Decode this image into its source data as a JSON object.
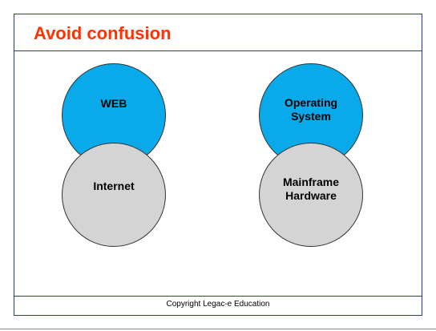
{
  "slide": {
    "title": "Avoid confusion",
    "footer": "Copyright Legac-e Education"
  },
  "diagram": {
    "pairs": [
      {
        "top": {
          "label": "WEB",
          "color": "#0aa9ea"
        },
        "bottom": {
          "label": "Internet",
          "color": "#d4d4d4"
        }
      },
      {
        "top": {
          "label": "Operating\nSystem",
          "color": "#0aa9ea"
        },
        "bottom": {
          "label": "Mainframe\nHardware",
          "color": "#d4d4d4"
        }
      }
    ]
  },
  "colors": {
    "title": "#ff3300",
    "rule": "#2b3a9a"
  }
}
